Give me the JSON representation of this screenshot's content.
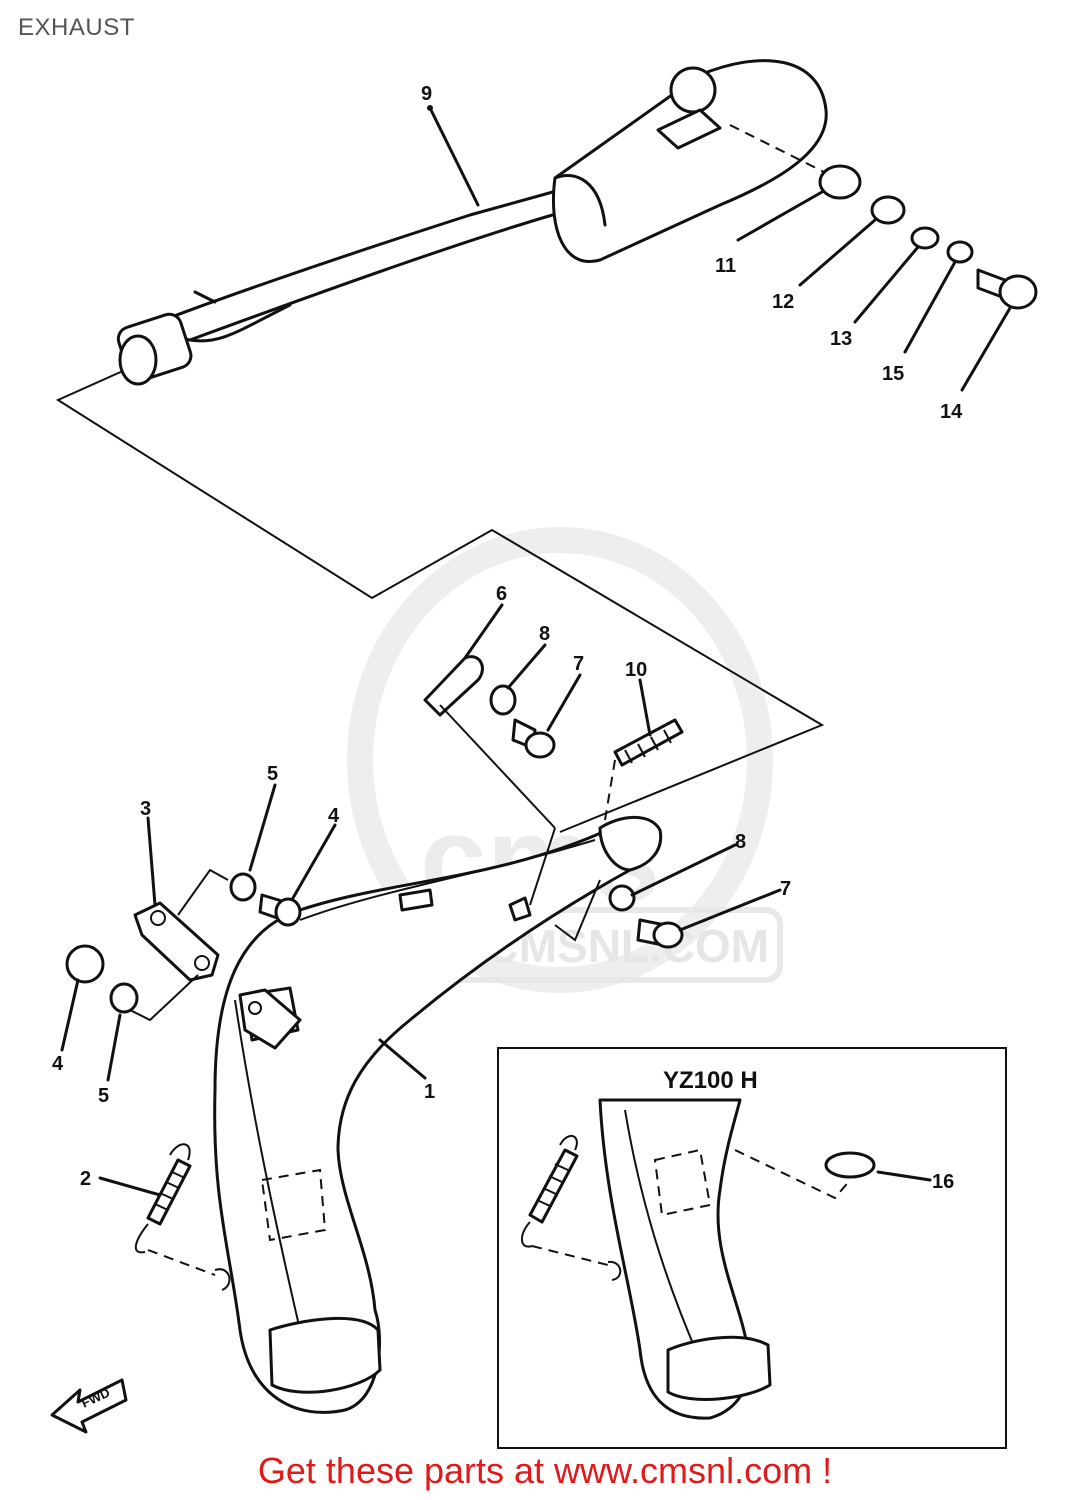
{
  "page": {
    "title": "EXHAUST"
  },
  "watermark": {
    "logo": "cms",
    "url": "WWW.CMSNL.COM"
  },
  "inset": {
    "title": "YZ100 H"
  },
  "fwd_arrow": {
    "label": "FWD"
  },
  "callouts": {
    "c1": "1",
    "c2": "2",
    "c3": "3",
    "c4a": "4",
    "c4b": "4",
    "c5a": "5",
    "c5b": "5",
    "c6": "6",
    "c7a": "7",
    "c7b": "7",
    "c8a": "8",
    "c8b": "8",
    "c9": "9",
    "c10": "10",
    "c11": "11",
    "c12": "12",
    "c13": "13",
    "c14": "14",
    "c15": "15",
    "c16": "16"
  },
  "footer": {
    "cta": "Get these parts at www.cmsnl.com !",
    "color": "#e01a1a"
  }
}
